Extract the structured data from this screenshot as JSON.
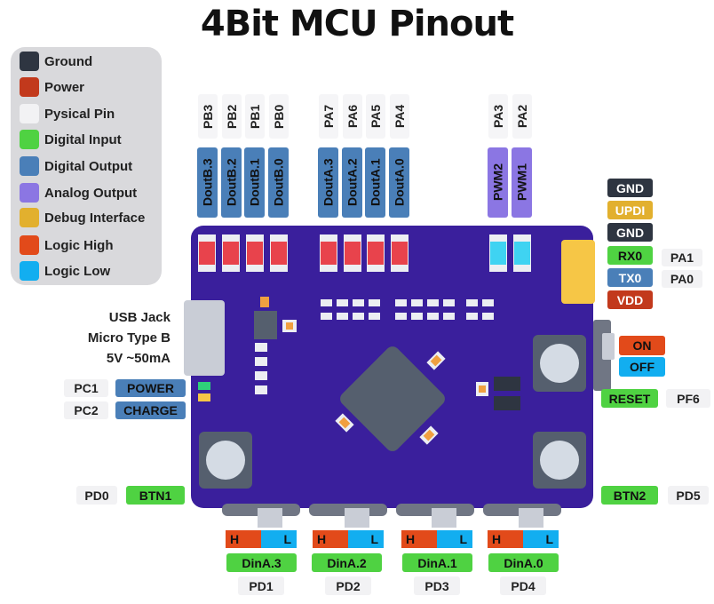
{
  "title": "4Bit MCU Pinout",
  "legend": [
    {
      "label": "Ground",
      "color": "#2e3541"
    },
    {
      "label": "Power",
      "color": "#c2391c"
    },
    {
      "label": "Pysical Pin",
      "color": "#f2f2f4"
    },
    {
      "label": "Digital Input",
      "color": "#4fd242"
    },
    {
      "label": "Digital Output",
      "color": "#4a7fb8"
    },
    {
      "label": "Analog Output",
      "color": "#8b76e3"
    },
    {
      "label": "Debug Interface",
      "color": "#e2b02e"
    },
    {
      "label": "Logic High",
      "color": "#e24a1a"
    },
    {
      "label": "Logic Low",
      "color": "#12aef0"
    }
  ],
  "top_pins": {
    "port_b": [
      "PB3",
      "PB2",
      "PB1",
      "PB0"
    ],
    "port_b_functions": [
      "DoutB.3",
      "DoutB.2",
      "DoutB.1",
      "DoutB.0"
    ],
    "port_a": [
      "PA7",
      "PA6",
      "PA5",
      "PA4"
    ],
    "port_a_functions": [
      "DoutA.3",
      "DoutA.2",
      "DoutA.1",
      "DoutA.0"
    ],
    "pwm_pins": [
      "PA3",
      "PA2"
    ],
    "pwm_functions": [
      "PWM2",
      "PWM1"
    ]
  },
  "right_header": {
    "gnd1": "GND",
    "updi": "UPDI",
    "gnd2": "GND",
    "rx": "RX0",
    "rx_pin": "PA1",
    "tx": "TX0",
    "tx_pin": "PA0",
    "vdd": "VDD"
  },
  "switch": {
    "on": "ON",
    "off": "OFF"
  },
  "reset": {
    "label": "RESET",
    "pin": "PF6"
  },
  "usb": {
    "line1": "USB  Jack",
    "line2": "Micro Type B",
    "line3": "5V ~50mA"
  },
  "leds": [
    {
      "pin": "PC1",
      "label": "POWER"
    },
    {
      "pin": "PC2",
      "label": "CHARGE"
    }
  ],
  "buttons": [
    {
      "pin": "PD0",
      "label": "BTN1"
    },
    {
      "pin": "PD5",
      "label": "BTN2"
    }
  ],
  "bottom_inputs": [
    {
      "high": "H",
      "low": "L",
      "label": "DinA.3",
      "pin": "PD1"
    },
    {
      "high": "H",
      "low": "L",
      "label": "DinA.2",
      "pin": "PD2"
    },
    {
      "high": "H",
      "low": "L",
      "label": "DinA.1",
      "pin": "PD3"
    },
    {
      "high": "H",
      "low": "L",
      "label": "DinA.0",
      "pin": "PD4"
    }
  ]
}
